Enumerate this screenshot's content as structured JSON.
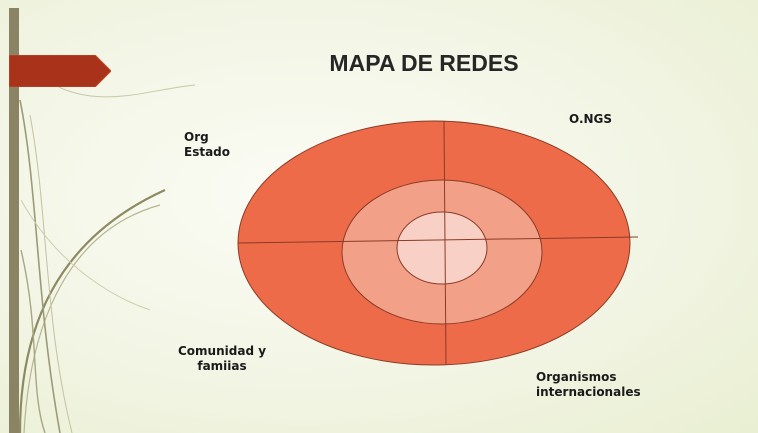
{
  "title": "MAPA DE REDES",
  "quadrants": {
    "top_left": [
      "Org",
      "Estado"
    ],
    "top_right": [
      "O.NGS"
    ],
    "bottom_left": [
      "Comunidad y",
      "famiias"
    ],
    "bottom_right": [
      "Organismos",
      "internacionales"
    ]
  },
  "colors": {
    "outer_ring": "#ee6b4a",
    "middle_ring": "#f3a088",
    "inner_ring": "#f9d0c5",
    "ring_stroke": "#8a3b26",
    "accent_arrow": "#a8321a",
    "left_bar": "#8a8464",
    "background": "#f2f5e4"
  },
  "icons": {
    "accent_arrow": "pentagon-arrow-shape",
    "swoosh": "curved-lines-decoration"
  }
}
